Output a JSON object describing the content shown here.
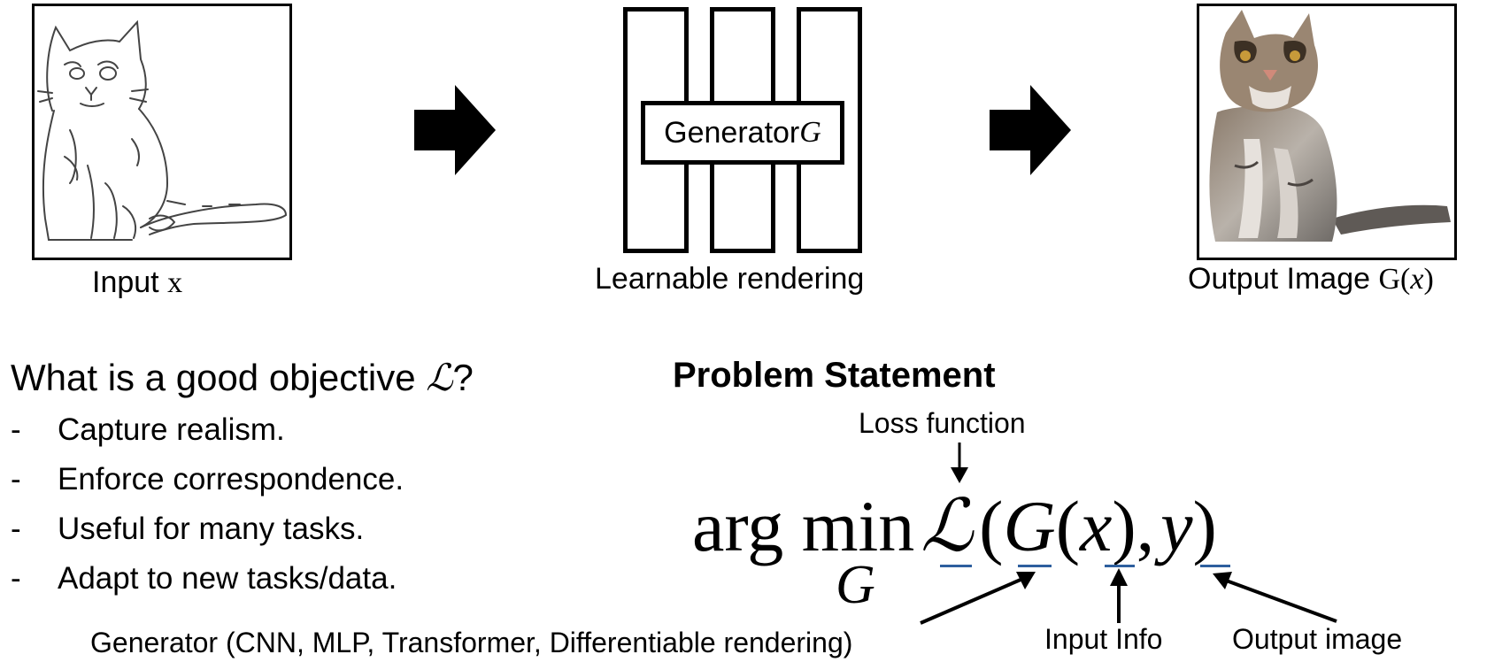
{
  "pipeline": {
    "input_caption_prefix": "Input ",
    "input_caption_var": "x",
    "model_label_prefix": "Generator ",
    "model_label_var": "G",
    "model_caption": "Learnable rendering",
    "output_caption_prefix": "Output Image ",
    "output_caption_func": "G(",
    "output_caption_var": "x",
    "output_caption_close": ")"
  },
  "objective": {
    "question_prefix": "What is a good objective ",
    "question_symbol": "ℒ",
    "question_suffix": "?",
    "bullet_marker": "-",
    "bullets": [
      "Capture realism.",
      "Enforce correspondence.",
      "Useful for many tasks.",
      "Adapt to new tasks/data."
    ]
  },
  "problem": {
    "title": "Problem Statement",
    "loss_label": "Loss function",
    "formula": {
      "operator": "arg min",
      "subscript": "G",
      "loss_symbol": "ℒ",
      "open": "(",
      "generator": "G",
      "inner_open": "(",
      "input": "x",
      "inner_close": ")",
      "comma": ",",
      "output": "y",
      "close": ")"
    },
    "generator_note": "Generator (CNN, MLP, Transformer, Differentiable rendering)",
    "input_note": "Input Info",
    "output_note": "Output image"
  },
  "colors": {
    "underline": "#2e5f9e",
    "ink": "#000000"
  }
}
